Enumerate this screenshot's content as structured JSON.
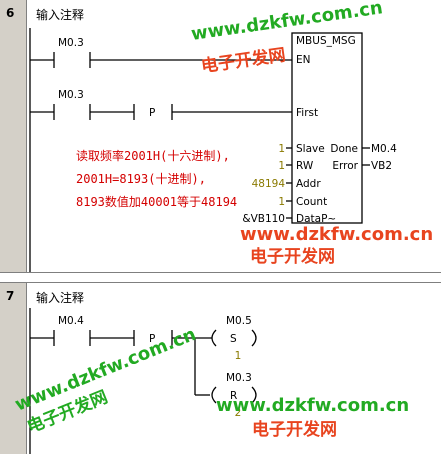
{
  "networks": [
    {
      "number": "6",
      "title": "输入注释",
      "contacts": [
        {
          "address": "M0.3"
        },
        {
          "address": "M0.3"
        }
      ],
      "p_label": "P",
      "box": {
        "name": "MBUS_MSG",
        "en": "EN",
        "first": "First",
        "inputs": [
          {
            "pin": "Slave",
            "value": "1"
          },
          {
            "pin": "RW",
            "value": "1"
          },
          {
            "pin": "Addr",
            "value": "48194"
          },
          {
            "pin": "Count",
            "value": "1"
          },
          {
            "pin": "DataP~",
            "value": "&VB110"
          }
        ],
        "outputs": [
          {
            "pin": "Done",
            "value": "M0.4"
          },
          {
            "pin": "Error",
            "value": "VB2"
          }
        ]
      },
      "notes": [
        "读取频率2001H(十六进制),",
        "2001H=8193(十进制),",
        "8193数值加40001等于48194"
      ]
    },
    {
      "number": "7",
      "title": "输入注释",
      "contact": {
        "address": "M0.4"
      },
      "p_label": "P",
      "coils": [
        {
          "address": "M0.5",
          "type": "S",
          "count": "1"
        },
        {
          "address": "M0.3",
          "type": "R",
          "count": "2"
        }
      ]
    }
  ],
  "watermarks": {
    "url": "www.dzkfw.com.cn",
    "cn": "电子开发网"
  },
  "colors": {
    "gutter": "#d4d0c8",
    "note_red": "#d40000",
    "value_olive": "#8a7a00",
    "wm_green": "#22aa22",
    "wm_red": "#e8441f"
  }
}
